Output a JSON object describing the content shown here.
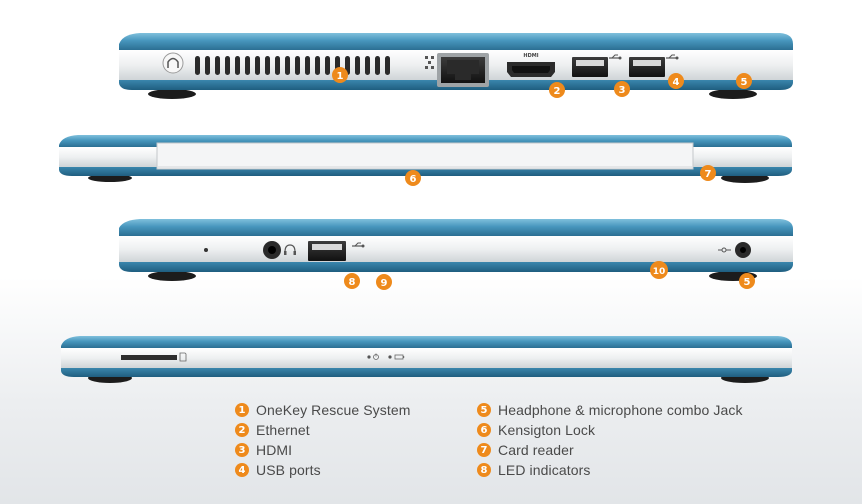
{
  "colors": {
    "accent_badge": "#ee8a1c",
    "lid_blue": "#3f8db3",
    "body_silver": "#e9ebec",
    "legend_text": "#4a4a4a"
  },
  "views": [
    {
      "name": "left-side",
      "ports": [
        "onekey-button-icon",
        "vent-grille",
        "ethernet-port",
        "hdmi-port",
        "usb-port",
        "usb-port"
      ],
      "port_icons": [
        "ethernet-icon",
        "hdmi-text-icon",
        "usb-icon",
        "usb-icon"
      ],
      "port_icon_text": {
        "hdmi": "HDMI"
      },
      "callouts": [
        "1",
        "2",
        "3",
        "4",
        "5"
      ]
    },
    {
      "name": "back-side",
      "ports": [
        "hinge-panel"
      ],
      "callouts": [
        "6",
        "7"
      ]
    },
    {
      "name": "right-side",
      "ports": [
        "pinhole",
        "audio-jack",
        "usb-port",
        "dc-in-port"
      ],
      "port_icons": [
        "headphone-icon",
        "usb-icon",
        "power-icon"
      ],
      "callouts": [
        "8",
        "9",
        "10",
        "5"
      ]
    },
    {
      "name": "front-side",
      "ports": [
        "card-reader-slot",
        "led-indicators"
      ],
      "port_icons": [
        "card-icon",
        "power-led-icon",
        "battery-led-icon"
      ],
      "callouts": []
    }
  ],
  "legend": {
    "left": [
      {
        "num": "1",
        "label": "OneKey Rescue System"
      },
      {
        "num": "2",
        "label": "Ethernet"
      },
      {
        "num": "3",
        "label": "HDMI"
      },
      {
        "num": "4",
        "label": "USB ports"
      }
    ],
    "right": [
      {
        "num": "5",
        "label": "Headphone & microphone combo Jack"
      },
      {
        "num": "6",
        "label": "Kensigton Lock"
      },
      {
        "num": "7",
        "label": "Card reader"
      },
      {
        "num": "8",
        "label": "LED indicators"
      }
    ]
  }
}
